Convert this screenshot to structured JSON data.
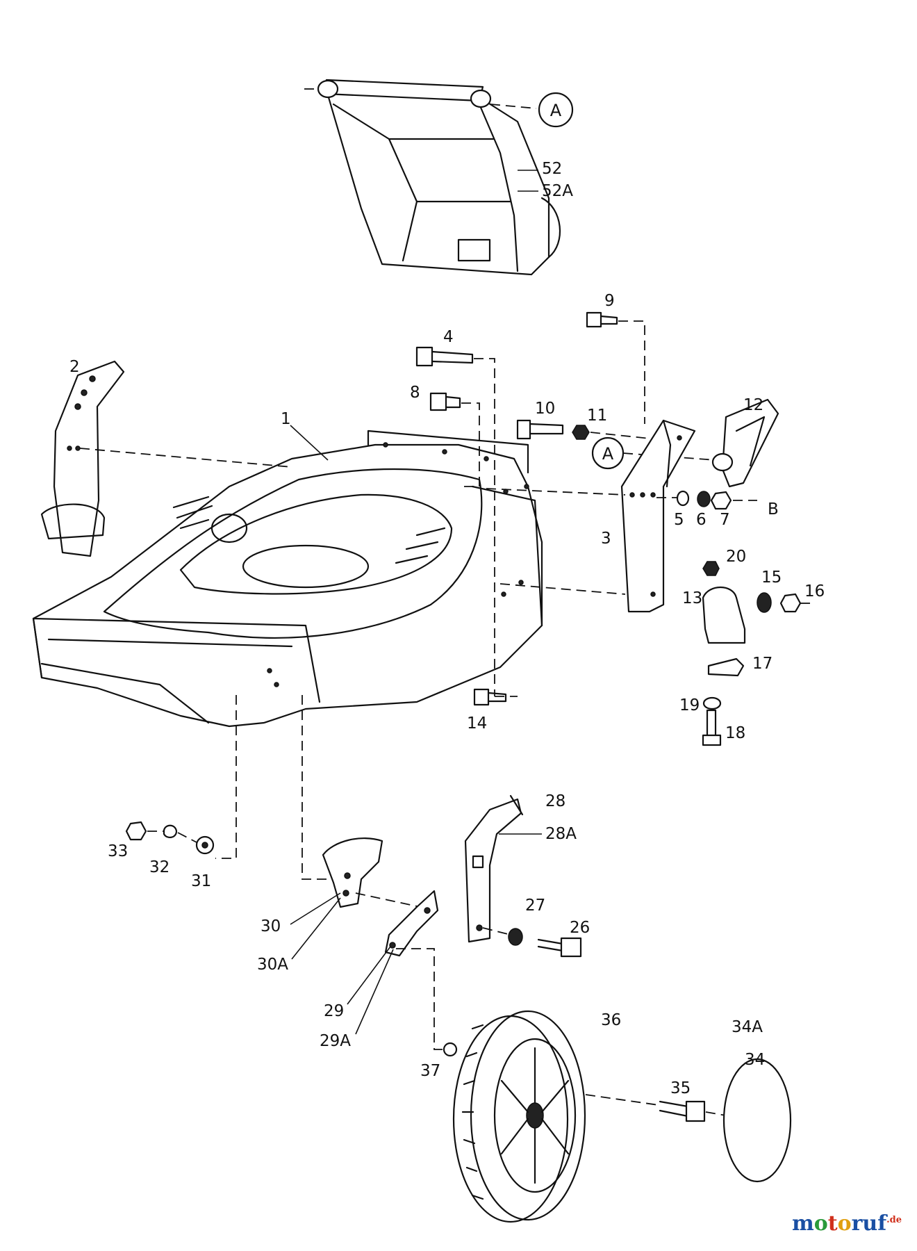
{
  "reference_markers": [
    "A",
    "A"
  ],
  "callouts": {
    "c1": "1",
    "c2": "2",
    "c3": "3",
    "c4": "4",
    "c5": "5",
    "c6": "6",
    "c7": "7",
    "c8": "8",
    "c9": "9",
    "c10": "10",
    "c11": "11",
    "c12": "12",
    "c13": "13",
    "c14": "14",
    "c15": "15",
    "c16": "16",
    "c17": "17",
    "c18": "18",
    "c19": "19",
    "c20": "20",
    "c26": "26",
    "c27": "27",
    "c28": "28",
    "c28a": "28A",
    "c29": "29",
    "c29a": "29A",
    "c30": "30",
    "c30a": "30A",
    "c31": "31",
    "c32": "32",
    "c33": "33",
    "c34": "34",
    "c34a": "34A",
    "c35": "35",
    "c36": "36",
    "c37": "37",
    "c52": "52",
    "c52a": "52A",
    "cB": "B"
  },
  "watermark": {
    "part1": "m",
    "part2": "o",
    "part3": "t",
    "part4": "o",
    "part5": "ruf",
    "tld": ".de"
  }
}
